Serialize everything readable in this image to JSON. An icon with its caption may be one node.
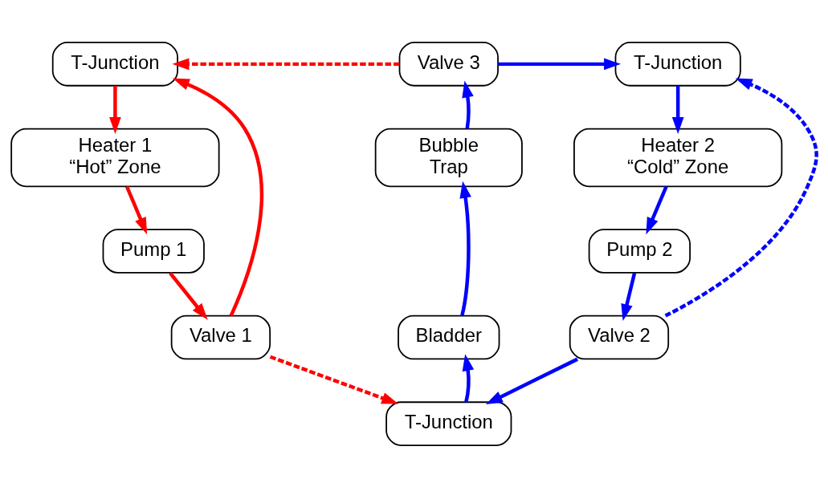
{
  "diagram": {
    "nodes": [
      {
        "text": [
          "T-Junction"
        ]
      },
      {
        "text": [
          "Valve 3"
        ]
      },
      {
        "text": [
          "T-Junction"
        ]
      },
      {
        "text": [
          "Heater 1 “Hot” Zone"
        ]
      },
      {
        "text": [
          "Bubble Trap"
        ]
      },
      {
        "text": [
          "Heater 2 “Cold” Zone"
        ]
      },
      {
        "text": [
          "Pump 1"
        ]
      },
      {
        "text": [
          "Pump 2"
        ]
      },
      {
        "text": [
          "Bladder"
        ]
      },
      {
        "text": [
          "Valve 1"
        ]
      },
      {
        "text": [
          "Valve 2"
        ]
      },
      {
        "text": [
          "T-Junction"
        ]
      }
    ],
    "edges": [
      {
        "from": 0,
        "to": 3,
        "arrow": "to",
        "color": "#ff0000"
      },
      {
        "from": 3,
        "to": 6,
        "arrow": "to",
        "color": "#ff0000"
      },
      {
        "from": 6,
        "to": 9,
        "arrow": "to",
        "color": "#ff0000"
      },
      {
        "from": 9,
        "to": 0,
        "arrow": "to",
        "color": "#ff0000"
      },
      {
        "from": 1,
        "to": 0,
        "arrow": "to",
        "style": "dashed",
        "color": "#ff0000"
      },
      {
        "from": 9,
        "to": 11,
        "arrow": "to",
        "style": "dashed",
        "color": "#ff0000"
      },
      {
        "from": 1,
        "to": 2,
        "arrow": "to"
      },
      {
        "from": 2,
        "to": 5,
        "arrow": "to"
      },
      {
        "from": 5,
        "to": 7,
        "arrow": "to"
      },
      {
        "from": 7,
        "to": 10,
        "arrow": "to"
      },
      {
        "from": 10,
        "to": 11,
        "arrow": "to"
      },
      {
        "from": 10,
        "to": 2,
        "arrow": "to",
        "style": "dashed"
      },
      {
        "from": 11,
        "to": 8,
        "arrow": "to"
      },
      {
        "from": 8,
        "to": 4,
        "arrow": "to"
      },
      {
        "from": 4,
        "to": 1,
        "arrow": "to"
      }
    ]
  }
}
